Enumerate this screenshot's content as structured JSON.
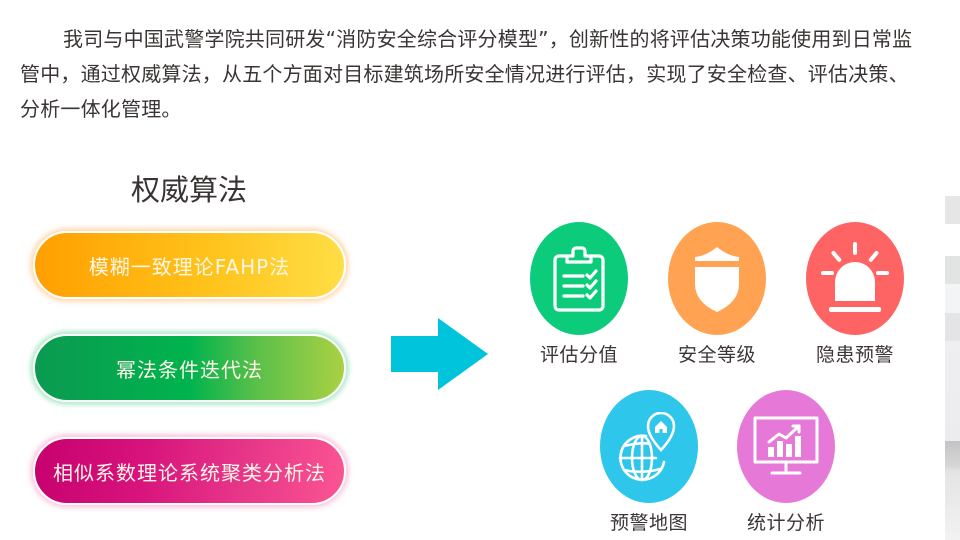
{
  "intro": {
    "text": "我司与中国武警学院共同研发“消防安全综合评分模型”，创新性的将评估决策功能使用到日常监管中，通过权威算法，从五个方面对目标建筑场所安全情况进行评估，实现了安全检查、评估决策、分析一体化管理。"
  },
  "algorithms": {
    "title": "权威算法",
    "items": [
      {
        "label": "模糊一致理论FAHP法",
        "gradient": [
          "#ff9f00",
          "#ffde45"
        ]
      },
      {
        "label": "幂法条件迭代法",
        "gradient": [
          "#0b9a50",
          "#a9d143"
        ]
      },
      {
        "label": "相似系数理论系统聚类分析法",
        "gradient": [
          "#c6006e",
          "#fb5592"
        ]
      }
    ]
  },
  "arrow": {
    "icon": "arrow-right-icon",
    "color": "#00c3dc"
  },
  "features": [
    {
      "label": "评估分值",
      "icon": "clipboard-checklist-icon",
      "color": "#0ccc7b"
    },
    {
      "label": "安全等级",
      "icon": "shield-icon",
      "color": "#ffa352"
    },
    {
      "label": "隐患预警",
      "icon": "alarm-beacon-icon",
      "color": "#ff6464"
    },
    {
      "label": "预警地图",
      "icon": "globe-location-pin-icon",
      "color": "#2ec6ea"
    },
    {
      "label": "统计分析",
      "icon": "monitor-chart-icon",
      "color": "#e679d8"
    }
  ]
}
